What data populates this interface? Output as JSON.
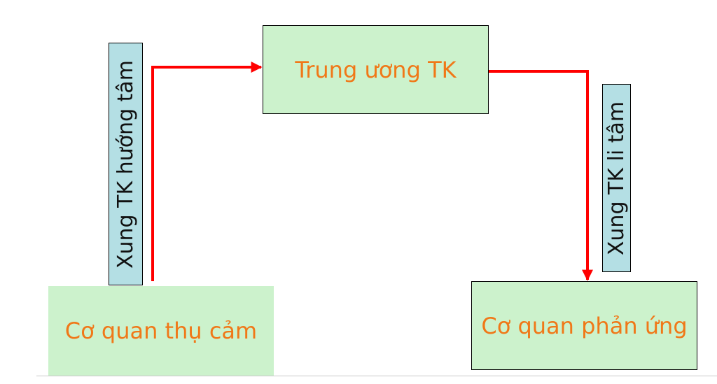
{
  "colors": {
    "box_fill": "#ccf2cc",
    "label_fill": "#b4dfe4",
    "text_orange": "#f07818",
    "text_black": "#111111",
    "arrow_red": "#ff0000"
  },
  "nodes": {
    "receptor": "Cơ quan thụ cảm",
    "center": "Trung ương TK",
    "effector": "Cơ quan phản ứng"
  },
  "edges": {
    "afferent": "Xung TK hướng tâm",
    "efferent": "Xung TK li tâm"
  }
}
